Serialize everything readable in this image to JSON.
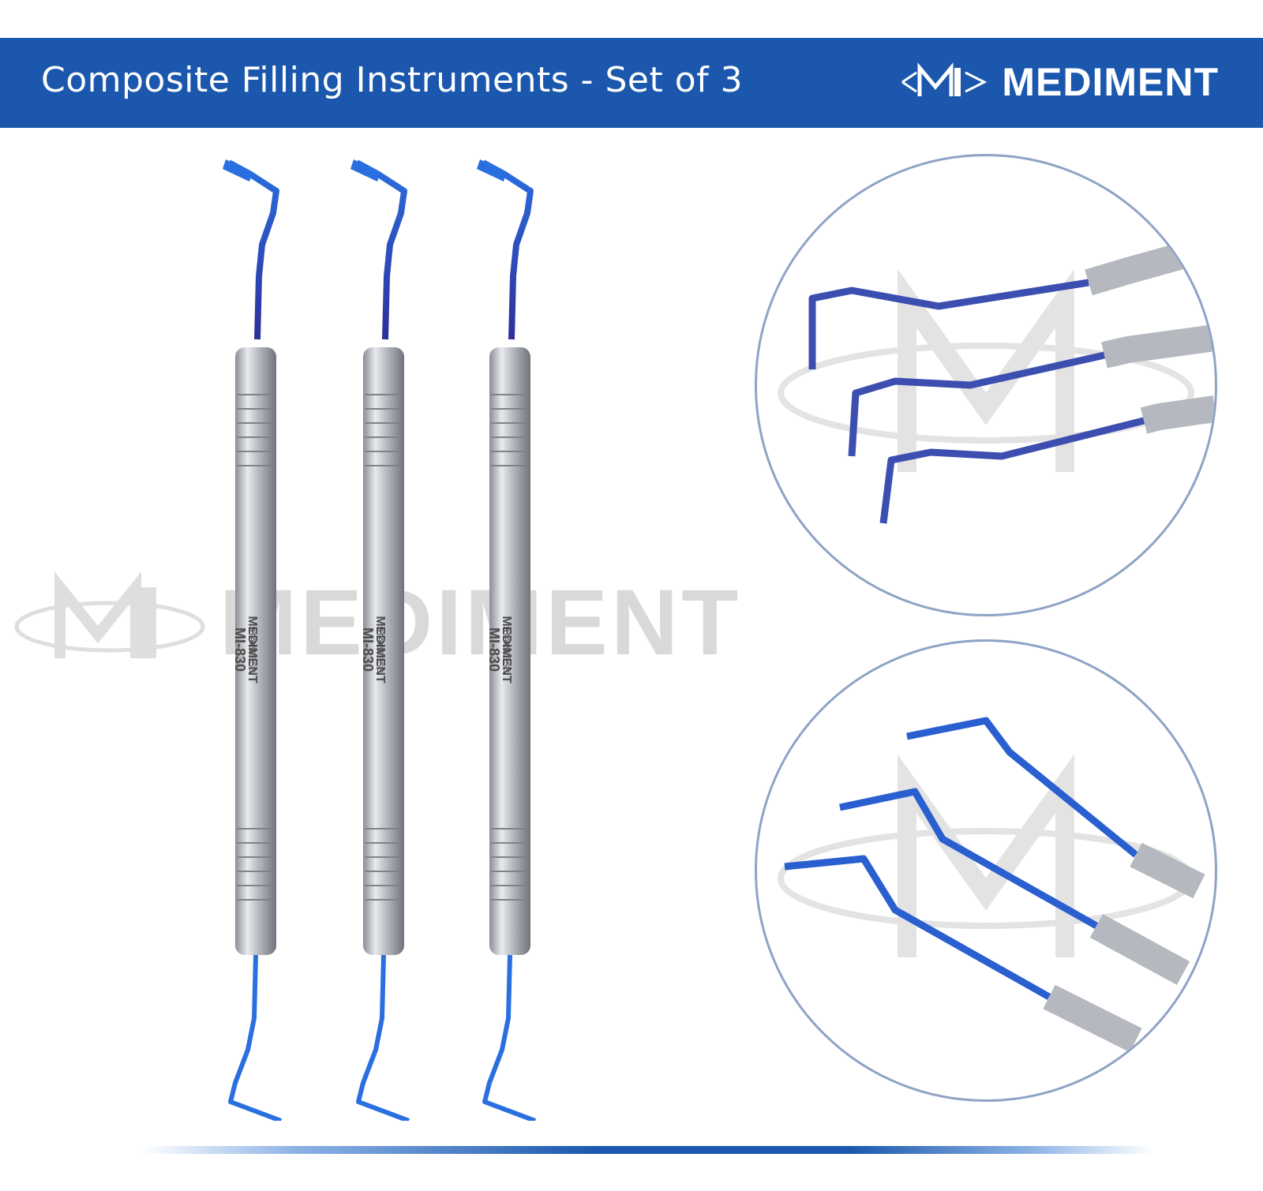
{
  "header": {
    "title": "Composite Filling Instruments - Set of 3",
    "brand_name": "MEDIMENT",
    "brand_logo_icon": "mediment-logo-icon"
  },
  "watermark": {
    "brand_name": "MEDIMENT",
    "logo_icon": "mediment-logo-icon"
  },
  "instruments": [
    {
      "brand": "MEDIMENT",
      "material": "STAINLESS",
      "mark": "CE",
      "code": "MI-830"
    },
    {
      "brand": "MEDIMENT",
      "material": "STAINLESS",
      "mark": "CE",
      "code": "MI-830"
    },
    {
      "brand": "MEDIMENT",
      "material": "STAINLESS",
      "mark": "CE",
      "code": "MI-830"
    }
  ],
  "colors": {
    "banner": "#1a57ad",
    "tip_blue": "#2a6fe0",
    "steel": "#c9ccd1"
  }
}
